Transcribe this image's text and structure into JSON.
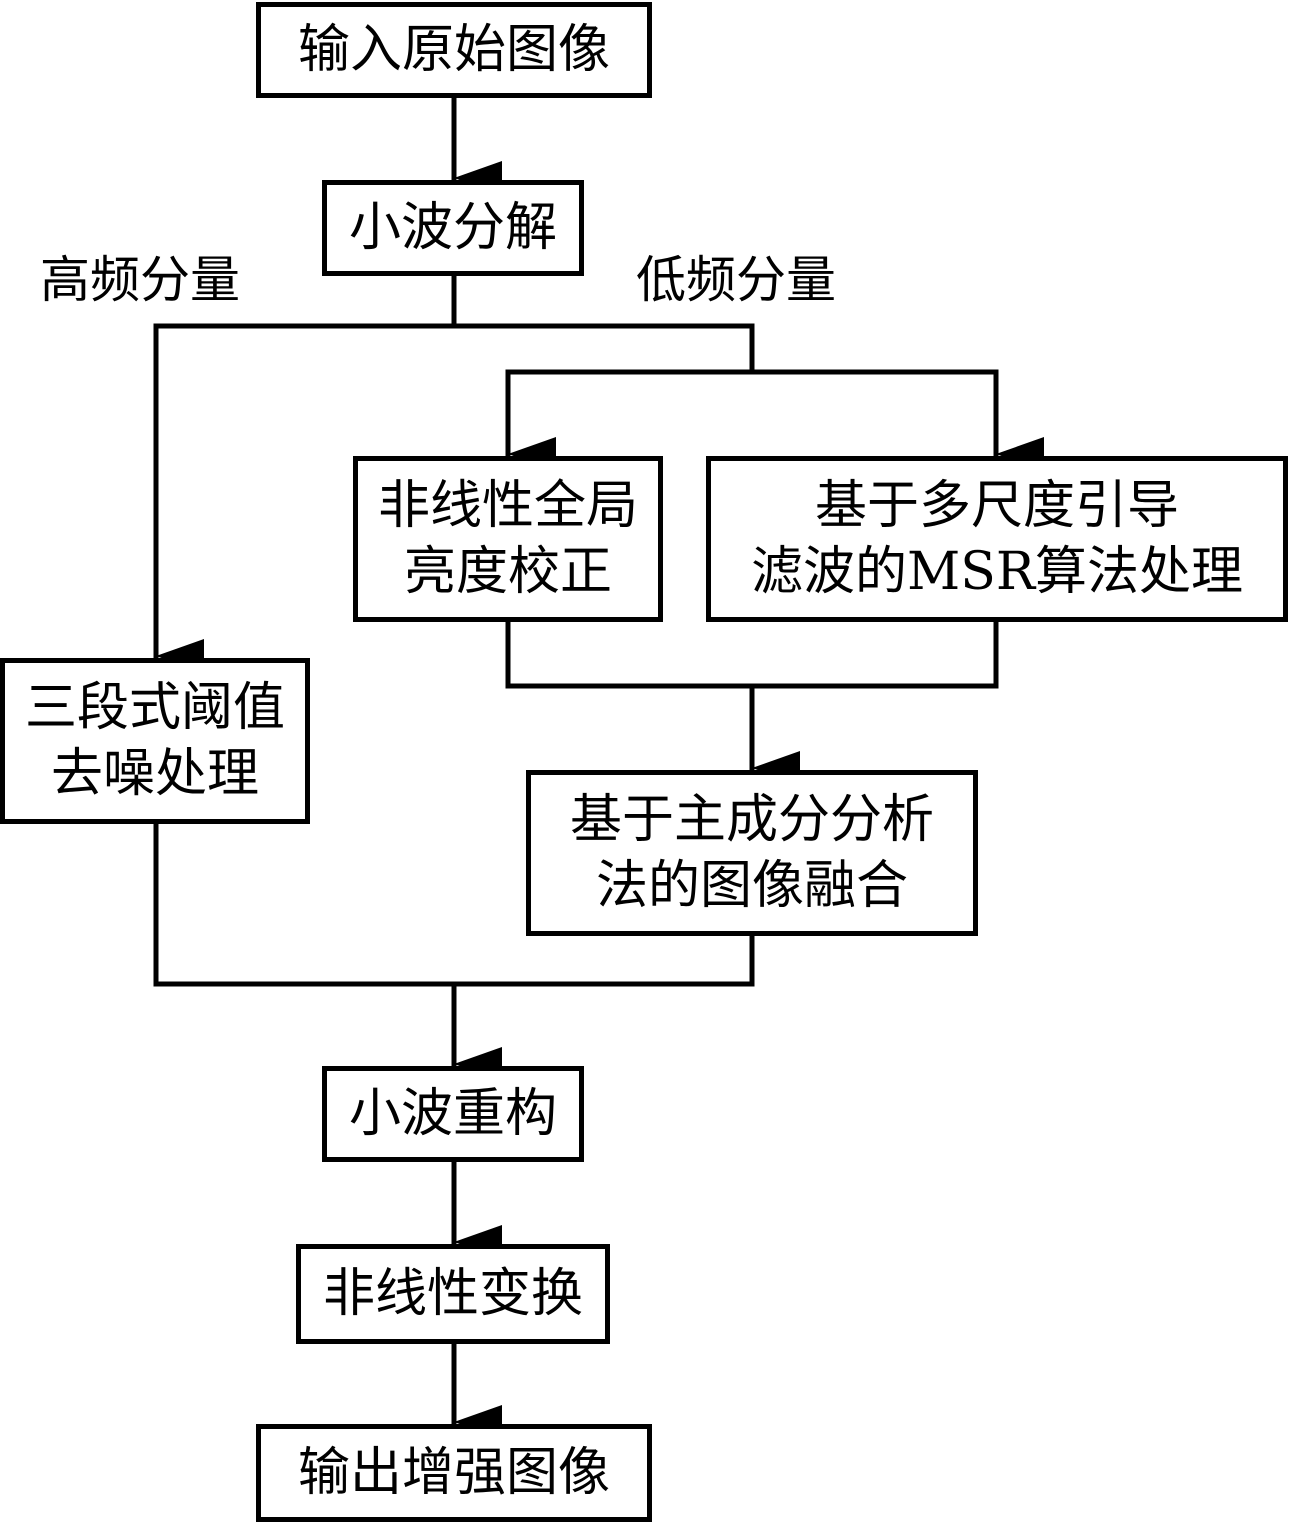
{
  "flowchart": {
    "input": "输入原始图像",
    "decompose": "小波分解",
    "high_freq": "高频分量",
    "low_freq": "低频分量",
    "nonlinear_correction": [
      "非线性全局",
      "亮度校正"
    ],
    "msr": [
      "基于多尺度引导",
      "滤波的MSR算法处理"
    ],
    "denoise": [
      "三段式阈值",
      "去噪处理"
    ],
    "pca_fusion": [
      "基于主成分分析",
      "法的图像融合"
    ],
    "reconstruct": "小波重构",
    "transform": "非线性变换",
    "output": "输出增强图像"
  },
  "colors": {
    "line": "#000000",
    "background": "#ffffff"
  }
}
